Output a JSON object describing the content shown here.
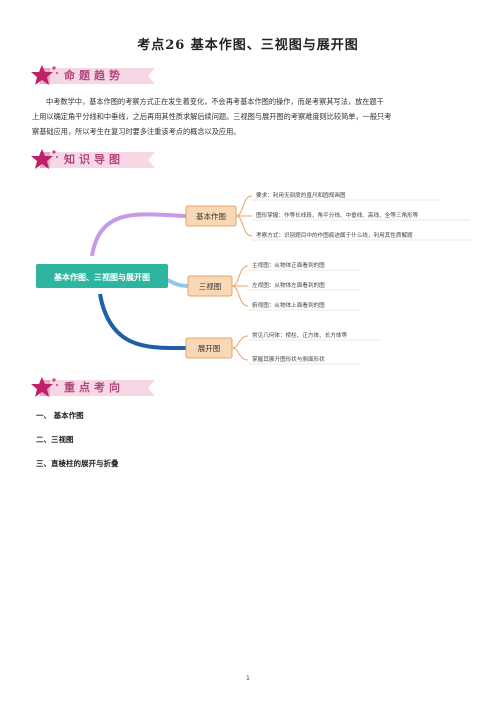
{
  "title": "考点26  基本作图、三视图与展开图",
  "banners": {
    "trend": "命题趋势",
    "knowledge": "知识导图",
    "focus": "重点考向"
  },
  "intro": [
    "中考数学中，基本作图的考察方式正在发生着变化，不会再考基本作图的操作，而是考察其写法，放在题干",
    "上用以确定角平分线和中垂线，之后再用其性质求解后续问题。三视图与展开图的考察难度则比较简单，一般只考",
    "察基础应用，所以考生在复习时要多注重该考点的概念以及应用。"
  ],
  "mindmap": {
    "root": "基本作图、三视图与展开图",
    "branches": [
      {
        "label": "基本作图",
        "color": "#c79ae6",
        "leaves": [
          "要求：利用无刻度的直尺和圆规画图",
          "图形掌握：作等长线段、角平分线、中垂线、高线、全等三角形等",
          "考察方式：识别题目中的作图痕迹属于什么线，利用其性质解题"
        ]
      },
      {
        "label": "三视图",
        "color": "#8fc6ea",
        "leaves": [
          "主视图：从物体正面看到的图",
          "左视图：从物体左面看到的图",
          "俯视图：从物体上面看到的图"
        ]
      },
      {
        "label": "展开图",
        "color": "#1f5fa8",
        "leaves": [
          "常见几何体：棱柱、正方体、长方体等",
          "掌握其展开图形状与侧面形状"
        ]
      }
    ]
  },
  "focus_list": [
    "一、  基本作图",
    "二、三视图",
    "三、直棱柱的展开与折叠"
  ],
  "page_number": "1"
}
